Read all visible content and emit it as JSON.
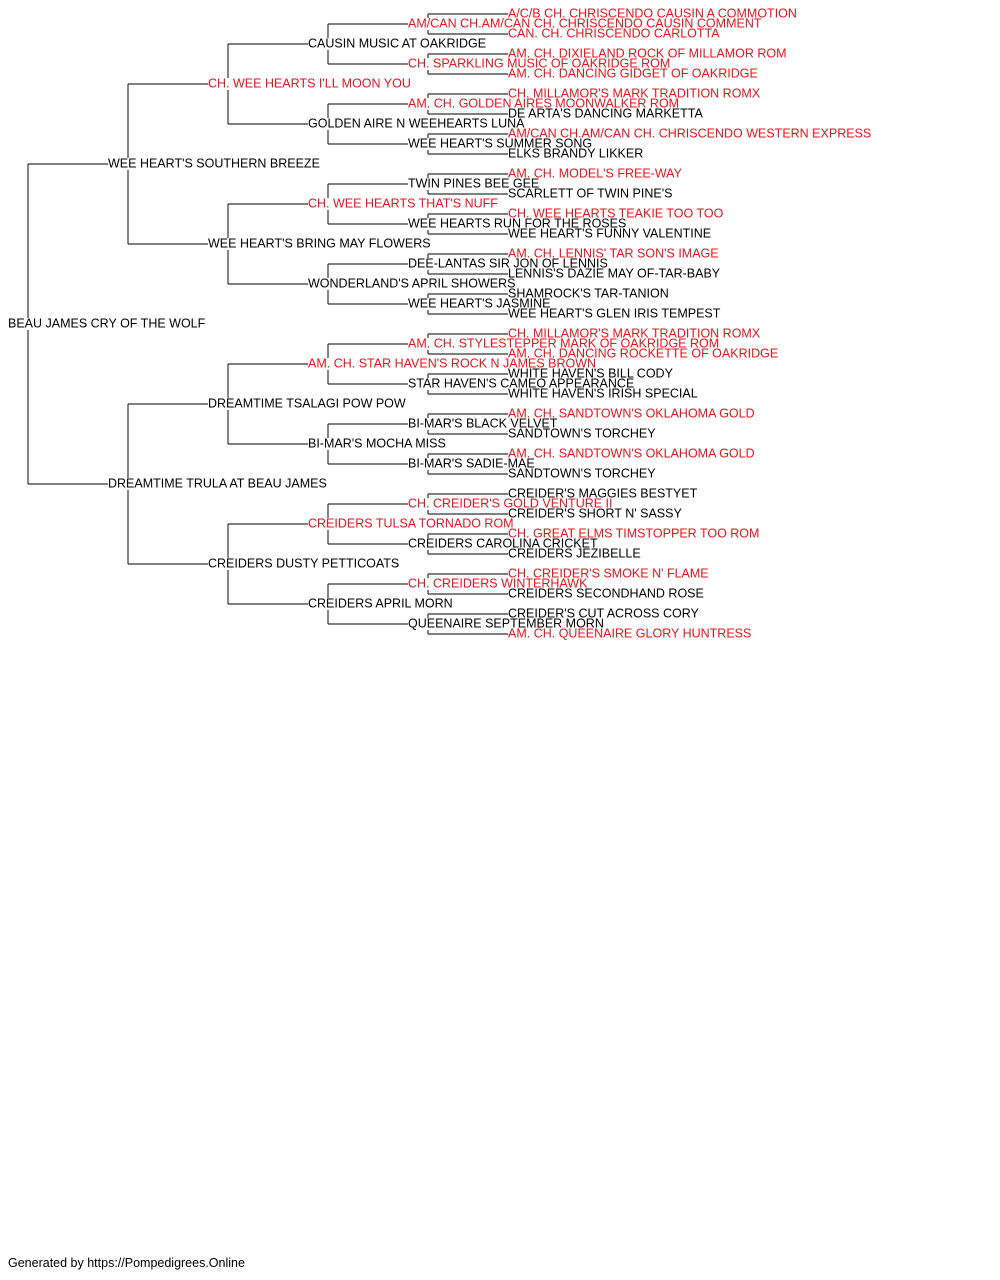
{
  "colors": {
    "champion": "#e8141c",
    "normal": "#000000",
    "line": "#333333"
  },
  "pedigree": {
    "name": "BEAU JAMES CRY OF THE WOLF",
    "champion": false,
    "sire": {
      "name": "WEE HEART'S SOUTHERN BREEZE",
      "champion": false,
      "sire": {
        "name": "CH. WEE HEARTS I'LL MOON YOU",
        "champion": true,
        "sire": {
          "name": "CAUSIN MUSIC AT OAKRIDGE",
          "champion": false,
          "sire": {
            "name": "AM/CAN CH.AM/CAN CH. CHRISCENDO CAUSIN COMMENT",
            "champion": true,
            "sire": {
              "name": "A/C/B CH. CHRISCENDO CAUSIN A COMMOTION",
              "champion": true
            },
            "dam": {
              "name": "CAN. CH. CHRISCENDO CARLOTTA",
              "champion": true
            }
          },
          "dam": {
            "name": "CH. SPARKLING MUSIC OF OAKRIDGE ROM",
            "champion": true,
            "sire": {
              "name": "AM. CH. DIXIELAND ROCK OF MILLAMOR ROM",
              "champion": true
            },
            "dam": {
              "name": "AM. CH. DANCING GIDGET OF OAKRIDGE",
              "champion": true
            }
          }
        },
        "dam": {
          "name": "GOLDEN AIRE N WEEHEARTS LUNA",
          "champion": false,
          "sire": {
            "name": "AM. CH. GOLDEN AIRES MOONWALKER ROM",
            "champion": true,
            "sire": {
              "name": "CH. MILLAMOR'S MARK TRADITION ROMX",
              "champion": true
            },
            "dam": {
              "name": "DE ARTA'S DANCING MARKETTA",
              "champion": false
            }
          },
          "dam": {
            "name": "WEE HEART'S SUMMER SONG",
            "champion": false,
            "sire": {
              "name": "AM/CAN CH.AM/CAN CH. CHRISCENDO WESTERN EXPRESS",
              "champion": true
            },
            "dam": {
              "name": "ELKS BRANDY LIKKER",
              "champion": false
            }
          }
        }
      },
      "dam": {
        "name": "WEE HEART'S BRING MAY FLOWERS",
        "champion": false,
        "sire": {
          "name": "CH. WEE HEARTS THAT'S NUFF",
          "champion": true,
          "sire": {
            "name": "TWIN PINES BEE GEE",
            "champion": false,
            "sire": {
              "name": "AM. CH. MODEL'S FREE-WAY",
              "champion": true
            },
            "dam": {
              "name": "SCARLETT OF TWIN PINE'S",
              "champion": false
            }
          },
          "dam": {
            "name": "WEE HEARTS RUN FOR THE ROSES",
            "champion": false,
            "sire": {
              "name": "CH. WEE HEARTS TEAKIE TOO TOO",
              "champion": true
            },
            "dam": {
              "name": "WEE HEART'S FUNNY VALENTINE",
              "champion": false
            }
          }
        },
        "dam": {
          "name": "WONDERLAND'S APRIL SHOWERS",
          "champion": false,
          "sire": {
            "name": "DEE-LANTAS SIR JON OF LENNIS",
            "champion": false,
            "sire": {
              "name": "AM. CH. LENNIS' TAR SON'S IMAGE",
              "champion": true
            },
            "dam": {
              "name": "LENNIS'S DAZIE MAY OF-TAR-BABY",
              "champion": false
            }
          },
          "dam": {
            "name": "WEE HEART'S JASMINE",
            "champion": false,
            "sire": {
              "name": "SHAMROCK'S TAR-TANION",
              "champion": false
            },
            "dam": {
              "name": "WEE HEART'S GLEN IRIS TEMPEST",
              "champion": false
            }
          }
        }
      }
    },
    "dam": {
      "name": "DREAMTIME TRULA AT BEAU JAMES",
      "champion": false,
      "sire": {
        "name": "DREAMTIME TSALAGI POW POW",
        "champion": false,
        "sire": {
          "name": "AM. CH. STAR HAVEN'S ROCK N JAMES BROWN",
          "champion": true,
          "sire": {
            "name": "AM. CH. STYLESTEPPER MARK OF OAKRIDGE ROM",
            "champion": true,
            "sire": {
              "name": "CH. MILLAMOR'S MARK TRADITION ROMX",
              "champion": true
            },
            "dam": {
              "name": "AM. CH. DANCING ROCKETTE OF OAKRIDGE",
              "champion": true
            }
          },
          "dam": {
            "name": "STAR HAVEN'S CAMEO APPEARANCE",
            "champion": false,
            "sire": {
              "name": "WHITE HAVEN'S BILL CODY",
              "champion": false
            },
            "dam": {
              "name": "WHITE HAVEN'S IRISH SPECIAL",
              "champion": false
            }
          }
        },
        "dam": {
          "name": "BI-MAR'S MOCHA MISS",
          "champion": false,
          "sire": {
            "name": "BI-MAR'S BLACK VELVET",
            "champion": false,
            "sire": {
              "name": "AM. CH. SANDTOWN'S OKLAHOMA GOLD",
              "champion": true
            },
            "dam": {
              "name": "SANDTOWN'S TORCHEY",
              "champion": false
            }
          },
          "dam": {
            "name": "BI-MAR'S SADIE-MAE",
            "champion": false,
            "sire": {
              "name": "AM. CH. SANDTOWN'S OKLAHOMA GOLD",
              "champion": true
            },
            "dam": {
              "name": "SANDTOWN'S TORCHEY",
              "champion": false
            }
          }
        }
      },
      "dam": {
        "name": "CREIDERS DUSTY PETTICOATS",
        "champion": false,
        "sire": {
          "name": "CREIDERS TULSA TORNADO ROM",
          "champion": true,
          "sire": {
            "name": "CH. CREIDER'S GOLD VENTURE II",
            "champion": true,
            "sire": {
              "name": "CREIDER'S MAGGIES BESTYET",
              "champion": false
            },
            "dam": {
              "name": "CREIDER'S SHORT N' SASSY",
              "champion": false
            }
          },
          "dam": {
            "name": "CREIDERS CAROLINA CRICKET",
            "champion": false,
            "sire": {
              "name": "CH. GREAT ELMS TIMSTOPPER TOO ROM",
              "champion": true
            },
            "dam": {
              "name": "CREIDERS JEZIBELLE",
              "champion": false
            }
          }
        },
        "dam": {
          "name": "CREIDERS APRIL MORN",
          "champion": false,
          "sire": {
            "name": "CH. CREIDERS WINTERHAWK",
            "champion": true,
            "sire": {
              "name": "CH. CREIDER'S SMOKE N' FLAME",
              "champion": true
            },
            "dam": {
              "name": "CREIDERS SECONDHAND ROSE",
              "champion": false
            }
          },
          "dam": {
            "name": "QUEENAIRE SEPTEMBER MORN",
            "champion": false,
            "sire": {
              "name": "CREIDER'S CUT ACROSS CORY",
              "champion": false
            },
            "dam": {
              "name": "AM. CH. QUEENAIRE GLORY HUNTRESS",
              "champion": true
            }
          }
        }
      }
    }
  },
  "footer": "Generated by https://Pompedigrees.Online"
}
